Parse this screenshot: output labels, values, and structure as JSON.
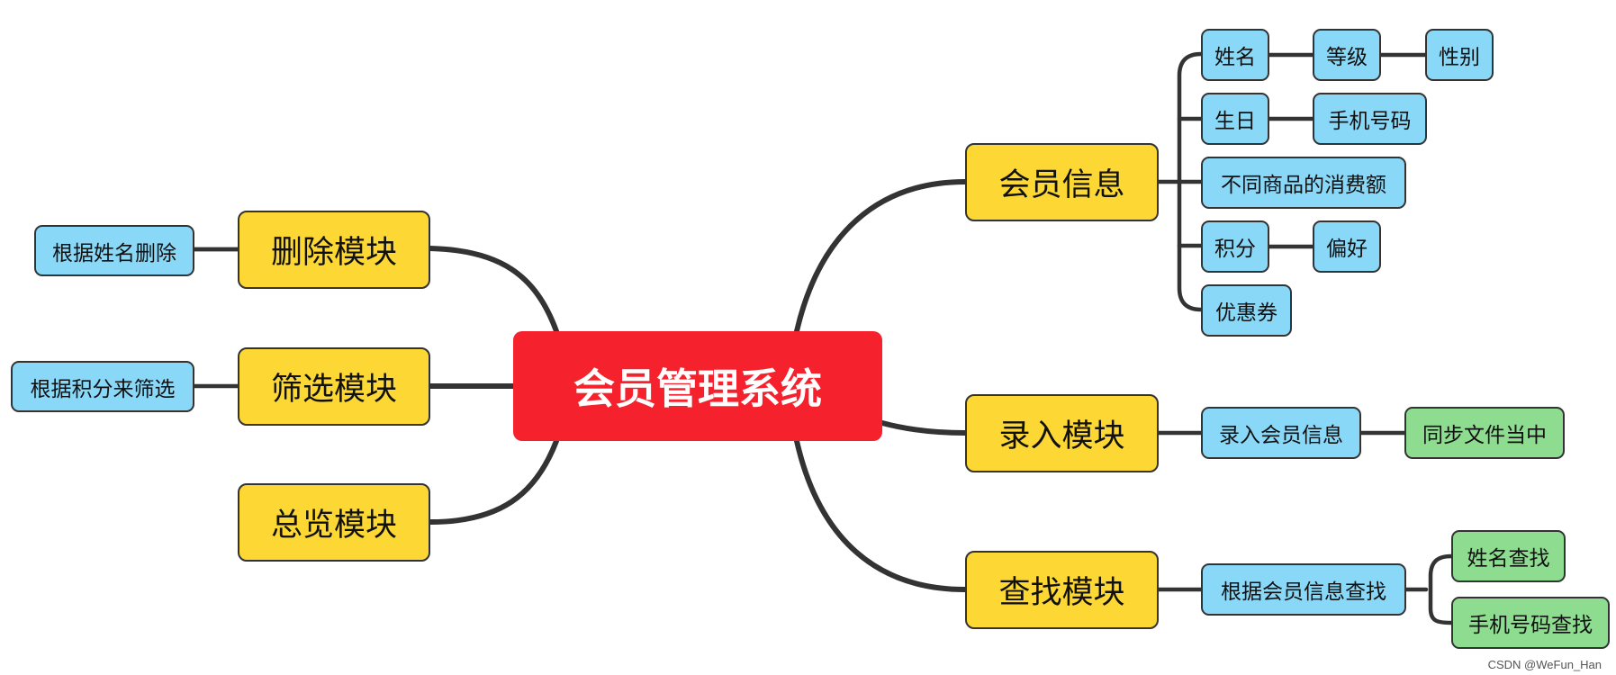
{
  "root": "会员管理系统",
  "main_nodes": {
    "delete": "删除模块",
    "filter": "筛选模块",
    "overview": "总览模块",
    "member_info": "会员信息",
    "entry": "录入模块",
    "search": "查找模块"
  },
  "delete_children": [
    "根据姓名删除"
  ],
  "filter_children": [
    "根据积分来筛选"
  ],
  "member_info_children": {
    "name": "姓名",
    "level": "等级",
    "gender": "性别",
    "birthday": "生日",
    "phone": "手机号码",
    "consumption": "不同商品的消费额",
    "points": "积分",
    "preference": "偏好",
    "coupon": "优惠券"
  },
  "entry_children": {
    "enter_info": "录入会员信息",
    "sync_file": "同步文件当中"
  },
  "search_children": {
    "by_info": "根据会员信息查找",
    "by_name": "姓名查找",
    "by_phone": "手机号码查找"
  },
  "watermark": "CSDN @WeFun_Han",
  "colors": {
    "root": "#f5222d",
    "main": "#fdd835",
    "leaf": "#8ad8f7",
    "leaf_green": "#8ddc90",
    "line": "#333333"
  }
}
